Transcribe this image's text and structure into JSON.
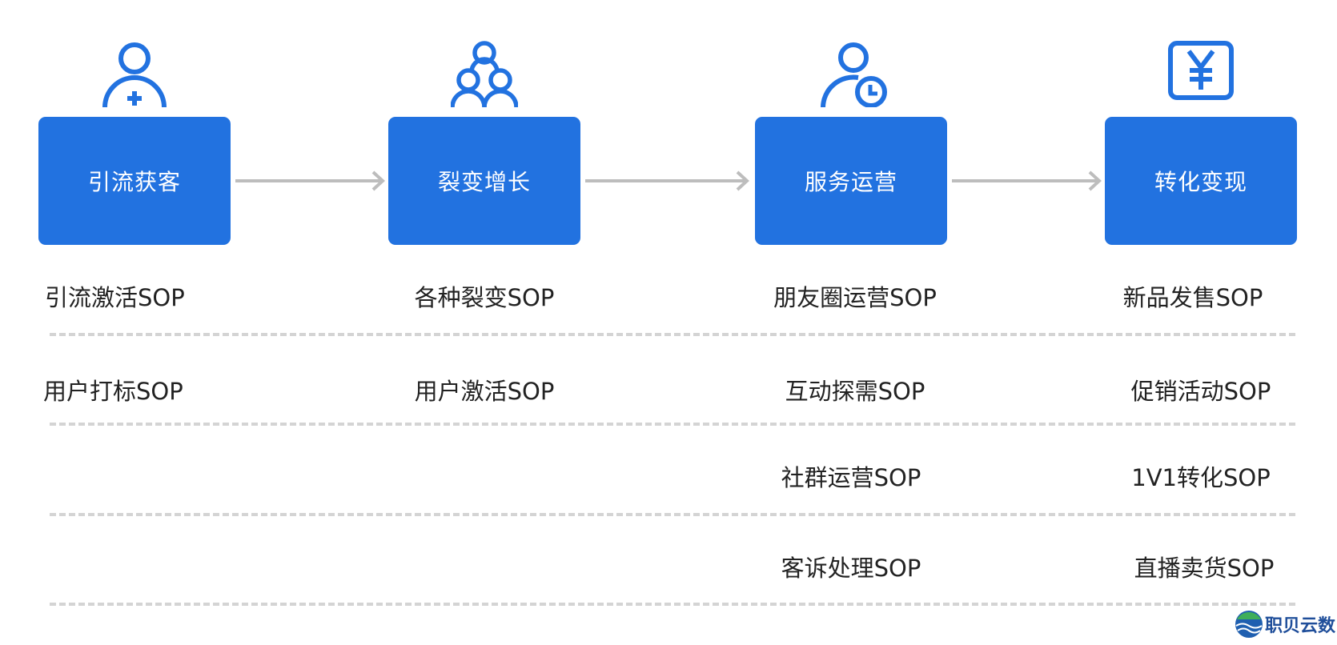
{
  "colors": {
    "stage_fill": "#2272e0",
    "icon_stroke": "#2272e0",
    "arrow": "#bdbdbd",
    "divider": "#d4d4d4",
    "text": "#222222"
  },
  "stages": [
    {
      "label": "引流获客",
      "icon": "user-add-icon"
    },
    {
      "label": "裂变增长",
      "icon": "user-group-icon"
    },
    {
      "label": "服务运营",
      "icon": "user-clock-icon"
    },
    {
      "label": "转化变现",
      "icon": "yen-icon"
    }
  ],
  "sop_rows": [
    [
      "引流激活SOP",
      "各种裂变SOP",
      "朋友圈运营SOP",
      "新品发售SOP"
    ],
    [
      "用户打标SOP",
      "用户激活SOP",
      "互动探需SOP",
      "促销活动SOP"
    ],
    [
      "",
      "",
      "社群运营SOP",
      "1V1转化SOP"
    ],
    [
      "",
      "",
      "客诉处理SOP",
      "直播卖货SOP"
    ]
  ],
  "logo": {
    "text": "职贝云数",
    "icon": "globe-wave-icon"
  }
}
